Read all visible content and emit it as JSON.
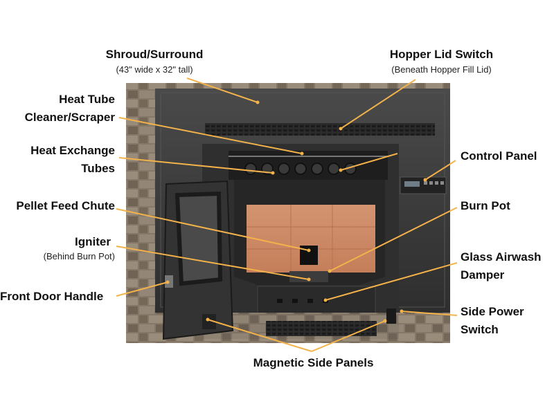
{
  "labels": {
    "shroud": {
      "title": "Shroud/Surround",
      "note": "(43\" wide x 32\" tall)"
    },
    "hopper_lid_switch": {
      "title": "Hopper Lid Switch",
      "note": "(Beneath Hopper Fill Lid)"
    },
    "heat_tube_cleaner": {
      "line1": "Heat Tube",
      "line2": "Cleaner/Scraper"
    },
    "heat_exchange_tubes": {
      "line1": "Heat Exchange",
      "line2": "Tubes"
    },
    "control_panel": {
      "title": "Control Panel"
    },
    "pellet_feed_chute": {
      "title": "Pellet Feed Chute"
    },
    "burn_pot": {
      "title": "Burn Pot"
    },
    "igniter": {
      "title": "Igniter",
      "note": "(Behind Burn Pot)"
    },
    "glass_airwash_damper": {
      "line1": "Glass Airwash",
      "line2": "Damper"
    },
    "front_door_handle": {
      "title": "Front Door Handle"
    },
    "side_power_switch": {
      "line1": "Side Power",
      "line2": "Switch"
    },
    "magnetic_side_panels": {
      "title": "Magnetic Side Panels"
    }
  },
  "colors": {
    "leader_line": "#f4b24a",
    "stove_body": "#3b3b3b",
    "firebox_brick": "#d99a73",
    "stone_wall": "#7a6e63"
  }
}
